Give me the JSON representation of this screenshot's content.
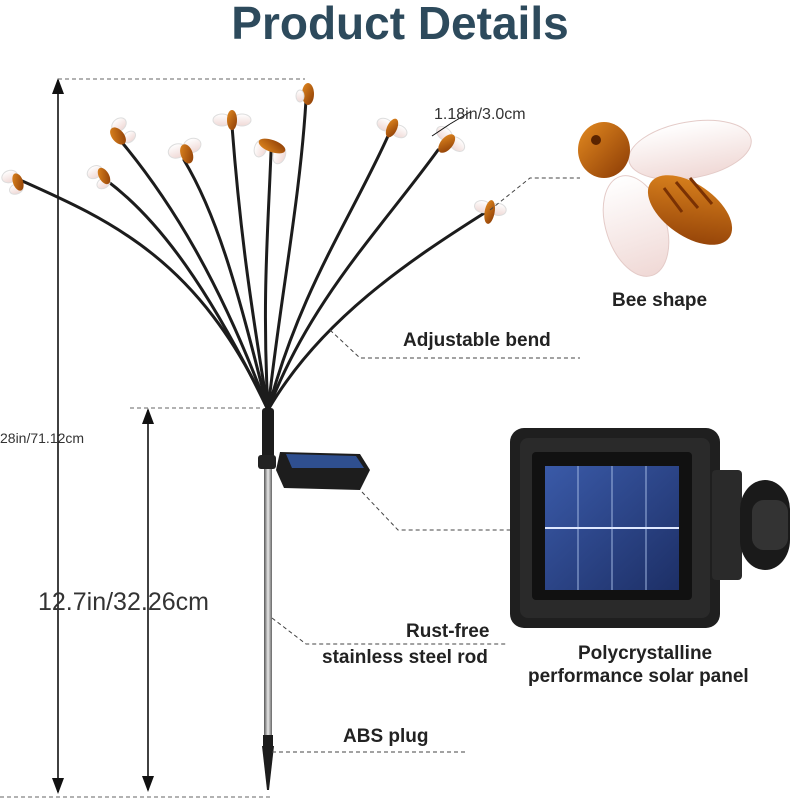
{
  "page": {
    "title": "Product Details"
  },
  "dimensions": {
    "total_height": "28in/71.12cm",
    "stake_height": "12.7in/32.26cm",
    "bee_size": "1.18in/3.0cm"
  },
  "callouts": {
    "bee_shape": "Bee shape",
    "adjustable_bend": "Adjustable bend",
    "rod_line1": "Rust-free",
    "rod_line2": "stainless steel rod",
    "abs_plug": "ABS plug",
    "solar_line1": "Polycrystalline",
    "solar_line2": "performance solar panel"
  },
  "colors": {
    "title": "#2d4a5c",
    "bee_body": "#c9650a",
    "bee_wing": "#f3e4e2",
    "panel_frame": "#1f1f1f",
    "panel_cells": "#2b4a8c"
  }
}
